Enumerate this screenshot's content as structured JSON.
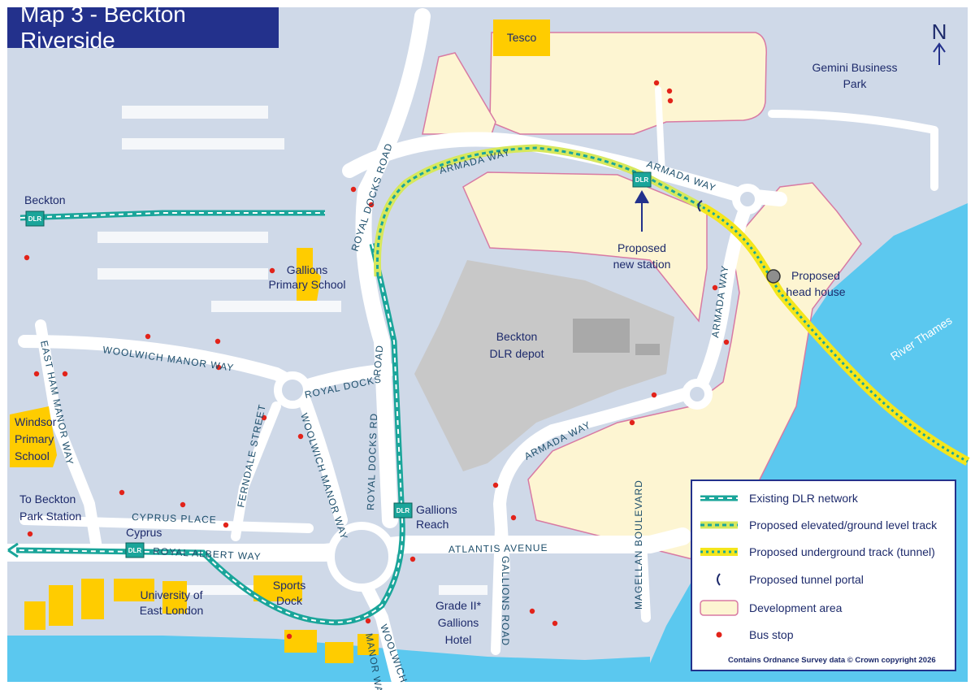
{
  "title": "Map 3 - Beckton Riverside",
  "north_label": "N",
  "dlr_badge": "DLR",
  "colors": {
    "background": "#cfd9e8",
    "road": "#ffffff",
    "building": "#b6c5dd",
    "water": "#5bc8ef",
    "development": "#fdf5d2",
    "development_border": "#d87aa3",
    "depot": "#c8c8c8",
    "school": "#ffcc00",
    "dlr_existing": "#1aa59a",
    "proposed_elevated": "#d7e85c",
    "tunnel": "#f4e61c",
    "bus_stop": "#e2231a",
    "label_navy": "#1d2a6b"
  },
  "places": {
    "tesco": "Tesco",
    "gemini": "Gemini Business Park",
    "beckton": "Beckton",
    "gallions_school": "Gallions Primary School",
    "windsor_school": "Windsor Primary School",
    "to_beckton_park": "To Beckton Park Station",
    "cyprus": "Cyprus",
    "uel": "University of East London",
    "sports_dock": "Sports Dock",
    "depot": "Beckton DLR depot",
    "gallions_reach": "Gallions Reach",
    "grade_ii": "Grade II* Gallions Hotel",
    "proposed_station": "Proposed new station",
    "head_house": "Proposed head house",
    "river_thames": "River Thames"
  },
  "roads": {
    "armada_way": "ARMADA WAY",
    "royal_docks_road": "ROYAL DOCKS ROAD",
    "road": "ROAD",
    "royal_docks": "ROYAL DOCKS",
    "royal_docks_rd": "ROYAL DOCKS RD",
    "woolwich_manor_way": "WOOLWICH MANOR WAY",
    "east_ham_manor_way": "EAST HAM MANOR WAY",
    "ferndale_street": "FERNDALE STREET",
    "woolwich_manor_way_short": "WOOLWICH MANOR WAY",
    "cyprus_place": "CYPRUS PLACE",
    "royal_albert_way": "ROYAL ALBERT WAY",
    "atlantis_avenue": "ATLANTIS   AVENUE",
    "gallions_road": "GALLIONS ROAD",
    "magellan_boulevard": "MAGELLAN BOULEVARD",
    "woolwich": "WOOLWICH",
    "manor_way": "MANOR WAY"
  },
  "legend": {
    "existing_dlr": "Existing DLR network",
    "proposed_elevated": "Proposed elevated/ground level track",
    "proposed_underground": "Proposed underground track (tunnel)",
    "tunnel_portal": "Proposed tunnel portal",
    "development_area": "Development area",
    "bus_stop": "Bus stop"
  },
  "copyright": "Contains Ordnance Survey data © Crown copyright 2026"
}
